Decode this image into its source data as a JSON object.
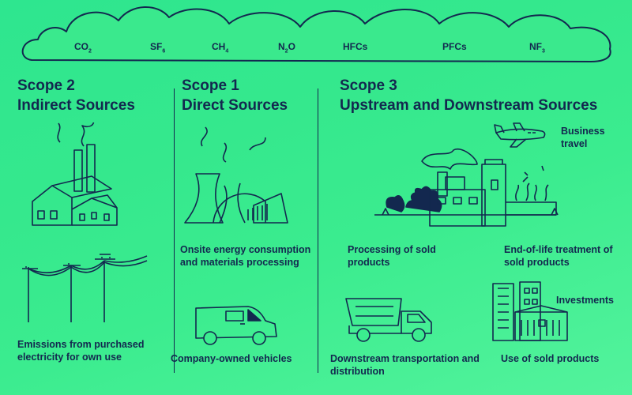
{
  "gases": [
    {
      "base": "CO",
      "sub": "2"
    },
    {
      "base": "SF",
      "sub": "6"
    },
    {
      "base": "CH",
      "sub": "4"
    },
    {
      "base": "N",
      "sub": "2",
      "tail": "O"
    },
    {
      "base": "HFCs",
      "sub": ""
    },
    {
      "base": "PFCs",
      "sub": ""
    },
    {
      "base": "NF",
      "sub": "3"
    }
  ],
  "scope2": {
    "title_line1": "Scope 2",
    "title_line2": "Indirect Sources",
    "caption": "Emissions from purchased electricity for own use"
  },
  "scope1": {
    "title_line1": "Scope 1",
    "title_line2": "Direct Sources",
    "caption_energy": "Onsite energy consumption and materials processing",
    "caption_vehicles": "Company-owned vehicles"
  },
  "scope3": {
    "title_line1": "Scope 3",
    "title_line2": "Upstream and Downstream Sources",
    "business_travel": "Business travel",
    "processing": "Processing of sold products",
    "end_of_life": "End-of-life treatment of sold products",
    "investments": "Investments",
    "transportation": "Downstream transportation and distribution",
    "use_of_products": "Use of sold products"
  },
  "colors": {
    "background": "#3bec8f",
    "ink": "#13284f",
    "cloud_fill": "#3ae98d"
  }
}
